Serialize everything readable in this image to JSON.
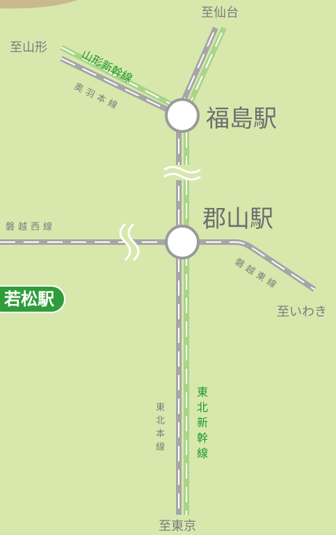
{
  "destinations": {
    "sendai": "至仙台",
    "yamagata": "至山形",
    "iwaki": "至いわき",
    "tokyo": "至東京"
  },
  "stations": {
    "fukushima": "福島駅",
    "koriyama": "郡山駅",
    "aizuwakamatsu": "若松駅"
  },
  "lines": {
    "yamagata_shinkansen": "山形新幹線",
    "ou_main": "奥羽本線",
    "banetsu_west": "磐越西線",
    "banetsu_east": "磐越東線",
    "tohoku_main": "東北本線",
    "tohoku_shinkansen": "東北新幹線"
  },
  "colors": {
    "background": "#d8e8ad",
    "conventional_line": "#a6a6a6",
    "shinkansen_line": "#a9d48a",
    "shinkansen_label": "#1f9a2b",
    "station_badge": "#2f9d3a"
  }
}
